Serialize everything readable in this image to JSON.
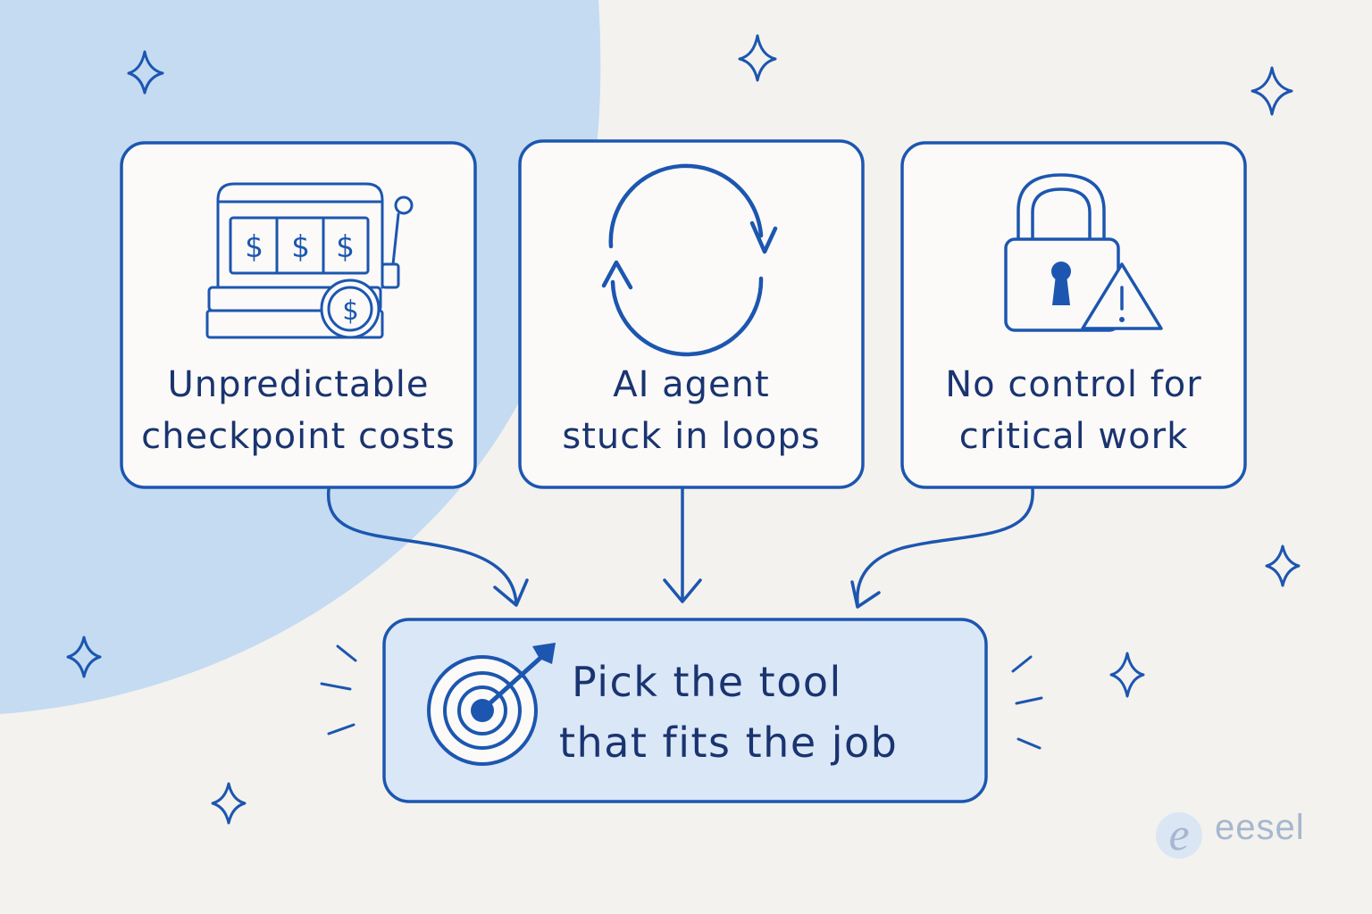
{
  "cards": [
    {
      "lines": [
        "Unpredictable",
        "checkpoint costs"
      ],
      "icon": "slot-machine-icon"
    },
    {
      "lines": [
        "AI agent",
        "stuck in loops"
      ],
      "icon": "refresh-loop-icon"
    },
    {
      "lines": [
        "No control for",
        "critical work"
      ],
      "icon": "padlock-warning-icon"
    }
  ],
  "goal": {
    "lines": [
      "Pick the tool",
      "that fits the job"
    ],
    "icon": "target-arrow-icon"
  },
  "brand": {
    "name": "eesel",
    "icon": "eesel-logo-icon"
  },
  "colors": {
    "background": "#f4f2ee",
    "blob": "#c4dbf2",
    "stroke": "#1c56b0",
    "text": "#1a3470",
    "goal_fill": "#dae7f7",
    "brand": "#a6b7cf"
  }
}
